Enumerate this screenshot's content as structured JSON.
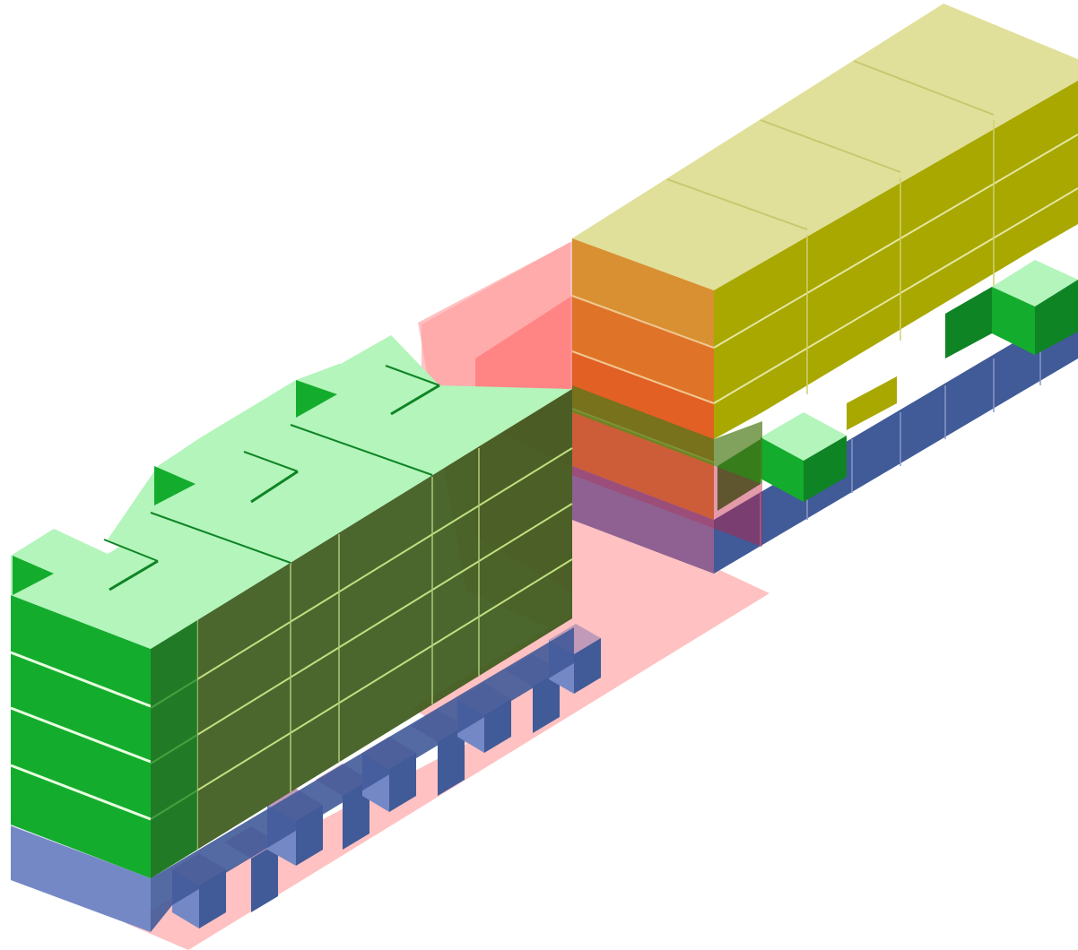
{
  "diagram": {
    "kind": "isometric-massing-axonometric",
    "labels": [],
    "colors": {
      "background": "#ffffff",
      "pink_plane": "#ffb6b6",
      "red_volume": "#ff3b3b",
      "blue_base_top": "#b0bfe4",
      "blue_base_left": "#7488c6",
      "blue_base_right": "#415a98",
      "green_roof": "#b3f5bb",
      "green_left": "#14ac2d",
      "green_right": "#0f8424",
      "green_glass": "#3c5a1c",
      "yellow_top": "#e0e09a",
      "yellow_right": "#a8a800",
      "orange_left": "#d89032",
      "mauve_box": "#9e6a9a"
    },
    "volumes": [
      {
        "name": "green-terraced-block",
        "floors": 4,
        "color": "green"
      },
      {
        "name": "yellow-bar-block",
        "floors": 4,
        "color": "yellow"
      },
      {
        "name": "blue-podium",
        "floors": 1,
        "color": "blue"
      },
      {
        "name": "red-transparent-connector",
        "color": "red"
      },
      {
        "name": "pink-ground-plane",
        "color": "pink"
      }
    ]
  }
}
